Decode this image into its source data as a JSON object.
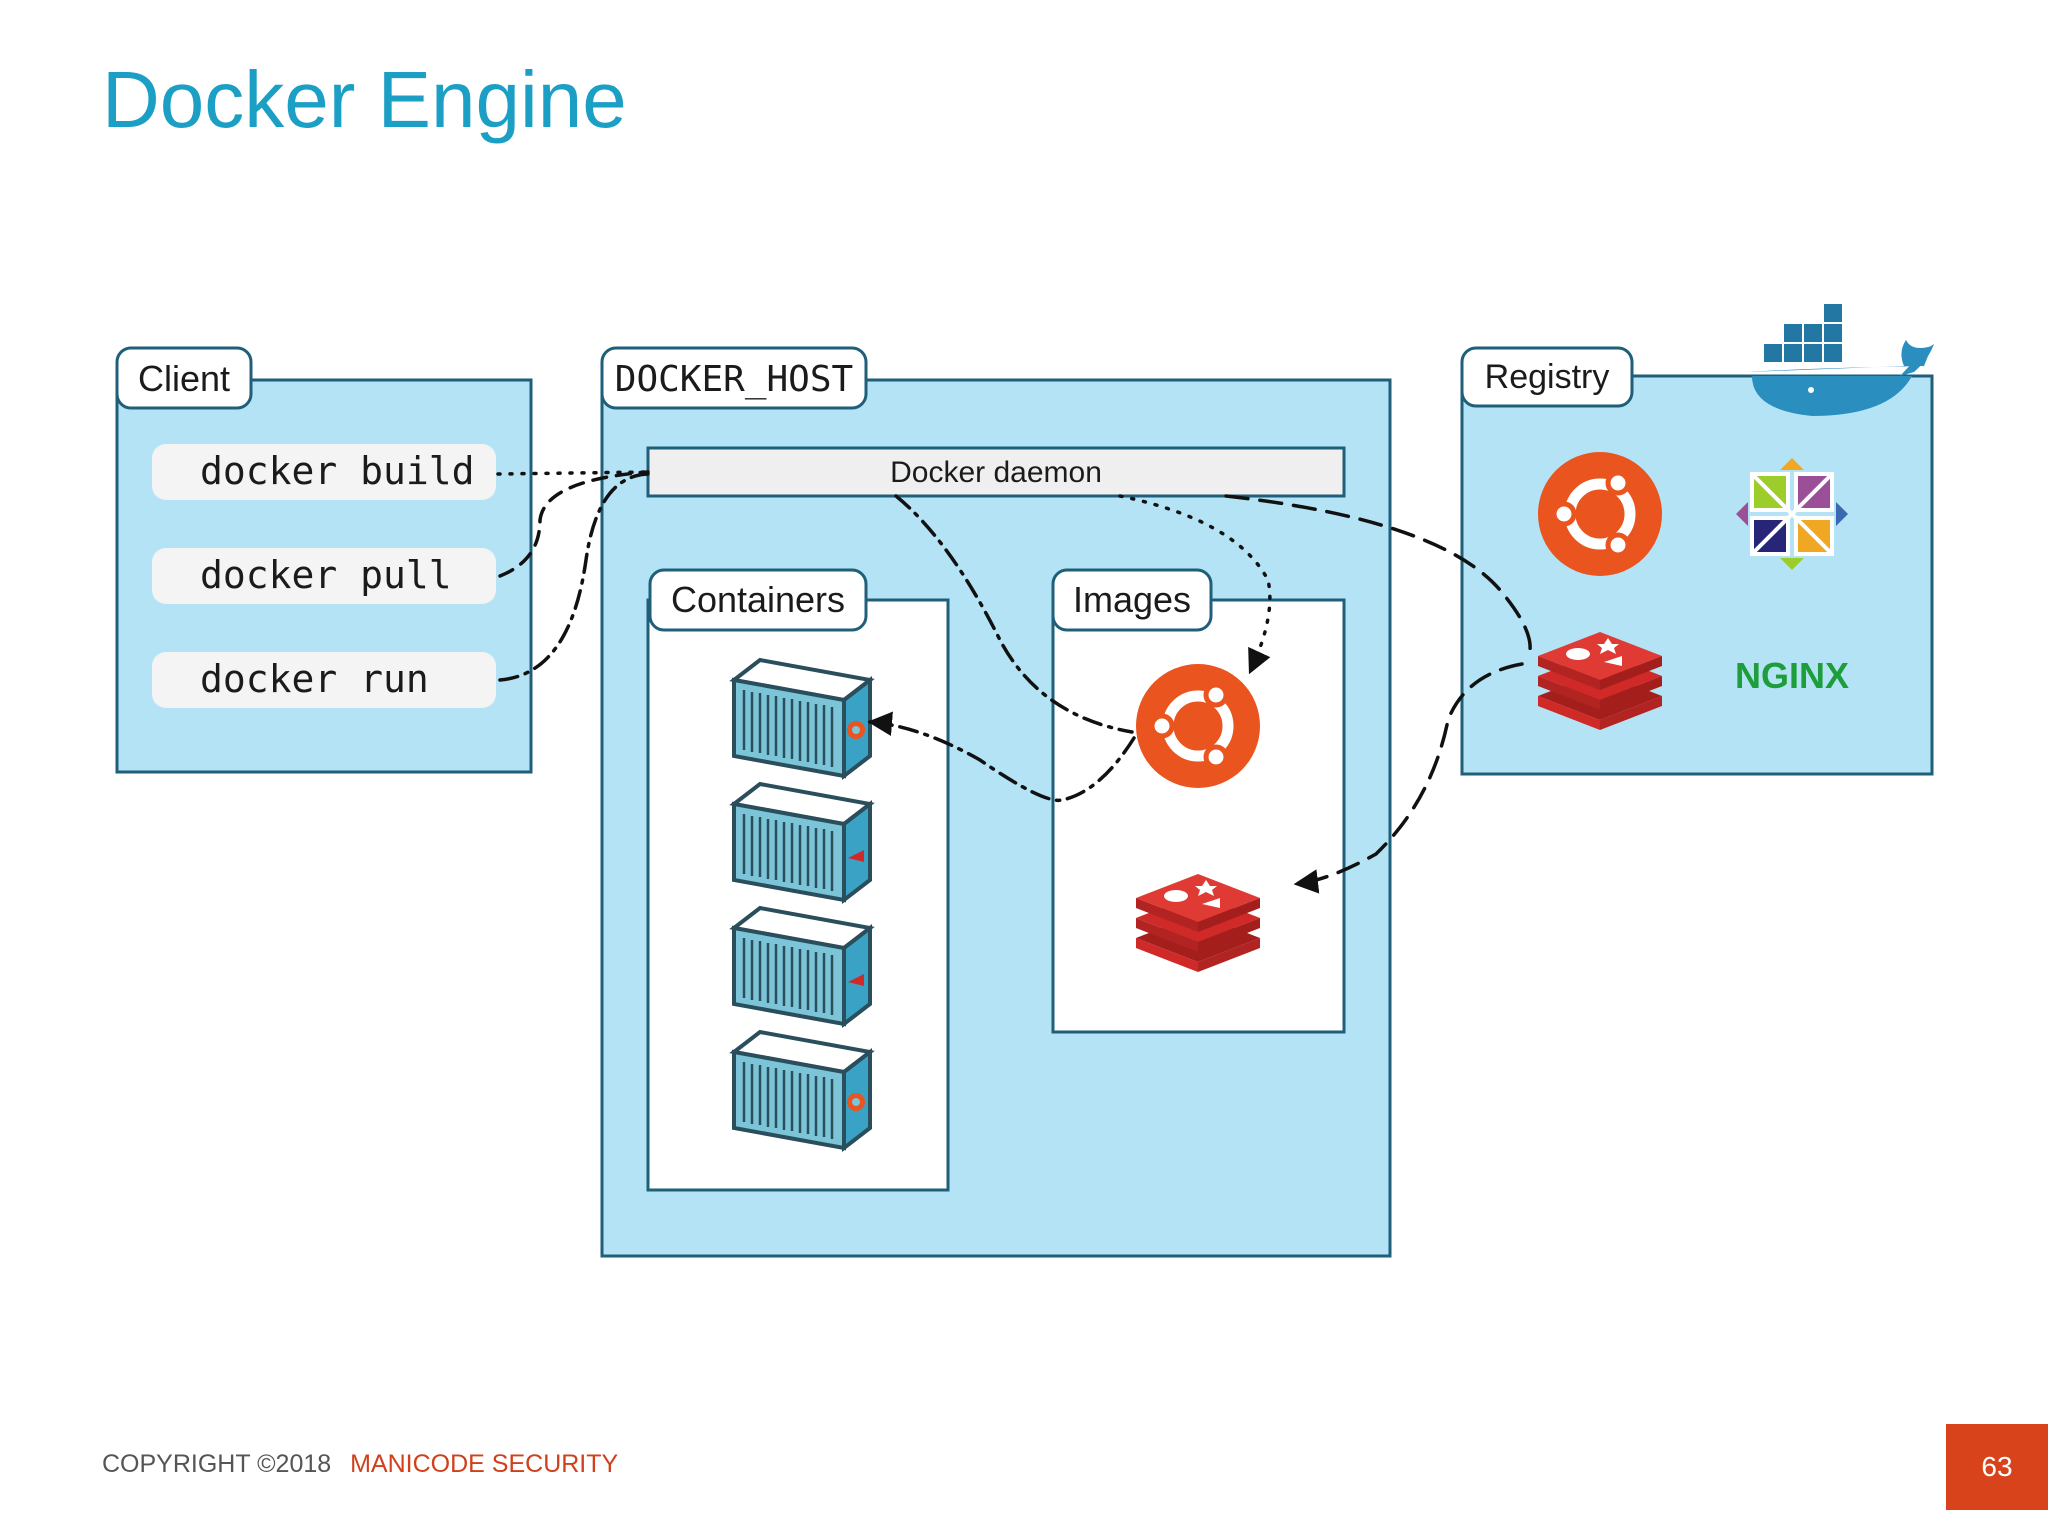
{
  "slide": {
    "title": "Docker Engine"
  },
  "diagram": {
    "client": {
      "label": "Client",
      "commands": [
        "docker build",
        "docker pull",
        "docker run"
      ]
    },
    "host": {
      "label": "DOCKER_HOST",
      "daemon_label": "Docker daemon",
      "containers_label": "Containers",
      "images_label": "Images"
    },
    "registry": {
      "label": "Registry",
      "nginx_text": "NGINX"
    },
    "colors": {
      "panel": "#b3e3f5",
      "border": "#1f5f7a",
      "ubuntu": "#e9541f",
      "redis": "#cf2a28",
      "nginx": "#1e9e3a",
      "title": "#1c9fc4"
    },
    "icons": [
      "docker-whale-icon",
      "ubuntu-icon",
      "centos-icon",
      "redis-icon",
      "nginx-logo",
      "container-icon"
    ]
  },
  "footer": {
    "copyright": "COPYRIGHT ©2018",
    "company": "MANICODE SECURITY",
    "page_number": "63"
  }
}
